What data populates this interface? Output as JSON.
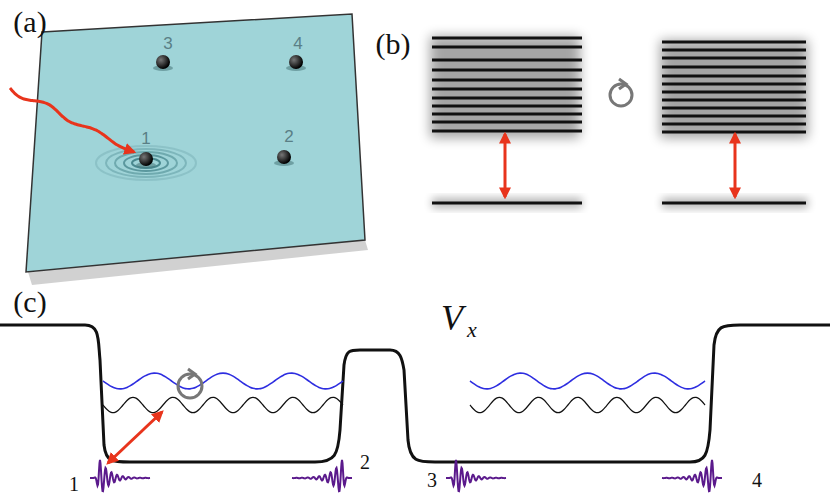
{
  "diagram": {
    "labels": [
      "(a)",
      "3",
      "4",
      "1",
      "2",
      "(b)",
      "(c)",
      "V",
      "x",
      "1",
      "2",
      "3",
      "4"
    ]
  }
}
